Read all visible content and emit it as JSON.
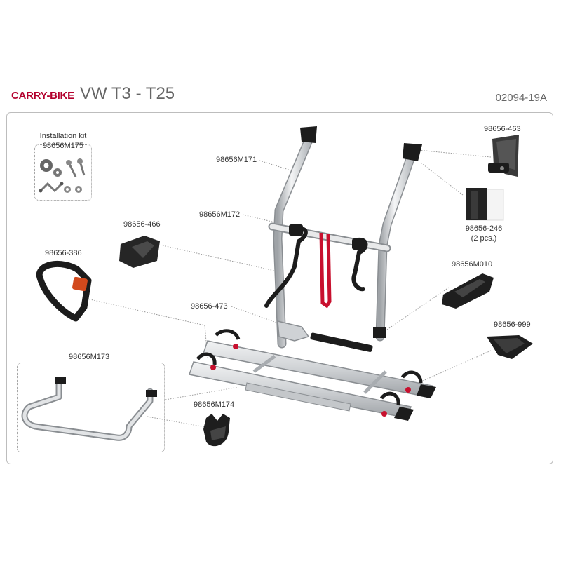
{
  "header": {
    "brand": "CARRY-BIKE",
    "model": "VW T3 - T25",
    "code": "02094-19A"
  },
  "kit": {
    "title": "Installation kit",
    "part": "98656M175"
  },
  "parts": {
    "p463": "98656-463",
    "pM171": "98656M171",
    "pM172": "98656M172",
    "p466": "98656-466",
    "p246": "98656-246",
    "p246_note": "(2 pcs.)",
    "p386": "98656-386",
    "pM010": "98656M010",
    "p473": "98656-473",
    "p999": "98656-999",
    "pM173": "98656M173",
    "pM174": "98656M174"
  },
  "colors": {
    "brand": "#b3002d",
    "strap_red": "#c8102e",
    "rail": "#d9dbdd",
    "black": "#1c1c1c"
  },
  "icons": [
    "gear-icon",
    "screw-icon",
    "chain-icon",
    "nut-icon"
  ]
}
